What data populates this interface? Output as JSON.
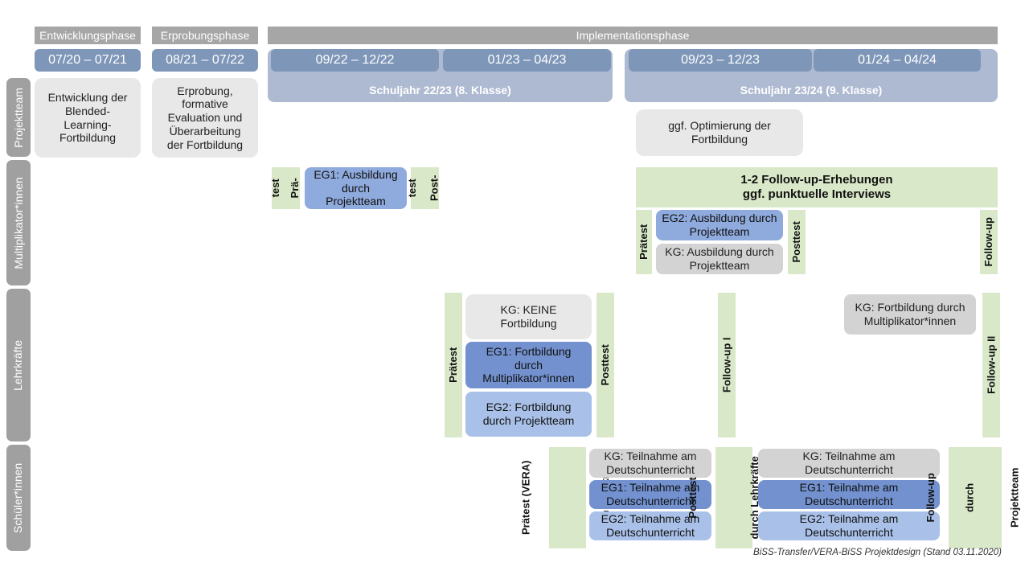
{
  "document": {
    "footer": "BiSS-Transfer/VERA-BiSS Projektdesign (Stand 03.11.2020)"
  },
  "colors": {
    "header_grey": "#A6A6A6",
    "row_label_grey": "#A0A0A0",
    "period_blue": "#7E96B8",
    "year_band_blue": "#AEBAD2",
    "box_grey_light": "#E8E8E8",
    "box_grey_mid": "#D3D3D3",
    "eg1_blue_dark": "#7291CE",
    "eg_blue_mid": "#8FAADC",
    "eg2_blue_light": "#A9C1E8",
    "test_green": "#D9E8C8"
  },
  "row_labels": [
    {
      "id": "projektteam",
      "label": "Projektteam"
    },
    {
      "id": "multiplikatorinnen",
      "label": "Multiplikator*innen"
    },
    {
      "id": "lehrkraefte",
      "label": "Lehrkräfte"
    },
    {
      "id": "schuelerinnen",
      "label": "Schüler*innen"
    }
  ],
  "phases": [
    {
      "id": "entwicklungsphase",
      "label": "Entwicklungsphase"
    },
    {
      "id": "erprobungsphase",
      "label": "Erprobungsphase"
    },
    {
      "id": "implementationsphase",
      "label": "Implementationsphase"
    }
  ],
  "periods": [
    {
      "id": "p1",
      "label": "07/20 – 07/21"
    },
    {
      "id": "p2",
      "label": "08/21 – 07/22"
    },
    {
      "id": "p3",
      "label": "09/22 – 12/22"
    },
    {
      "id": "p4",
      "label": "01/23 – 04/23"
    },
    {
      "id": "p5",
      "label": "09/23 – 12/23"
    },
    {
      "id": "p6",
      "label": "01/24 – 04/24"
    }
  ],
  "school_years": [
    {
      "id": "sy2223",
      "label": "Schuljahr 22/23 (8. Klasse)"
    },
    {
      "id": "sy2324",
      "label": "Schuljahr 23/24 (9. Klasse)"
    }
  ],
  "projektteam": {
    "entwicklung": {
      "lines": [
        "Entwicklung der",
        "Blended-",
        "Learning-",
        "Fortbildung"
      ]
    },
    "erprobung": {
      "lines": [
        "Erprobung,",
        "formative",
        "Evaluation und",
        "Überarbeitung",
        "der Fortbildung"
      ]
    },
    "optimierung": {
      "lines": [
        "ggf. Optimierung der",
        "Fortbildung"
      ]
    }
  },
  "multiplikatorinnen": {
    "praetest_1": {
      "lines": [
        "Prä-",
        "test"
      ]
    },
    "eg1_ausbildung": {
      "lines": [
        "EG1: Ausbildung",
        "durch",
        "Projektteam"
      ]
    },
    "posttest_1": {
      "lines": [
        "Post-",
        "test"
      ]
    },
    "followup_band": {
      "lines": [
        "1-2 Follow-up-Erhebungen",
        "ggf. punktuelle Interviews"
      ]
    },
    "praetest_2": {
      "label": "Prätest"
    },
    "eg2_ausbildung": {
      "lines": [
        "EG2: Ausbildung durch",
        "Projektteam"
      ]
    },
    "kg_ausbildung": {
      "lines": [
        "KG: Ausbildung durch",
        "Projektteam"
      ]
    },
    "posttest_2": {
      "label": "Posttest"
    },
    "followup_strip": {
      "label": "Follow-up"
    }
  },
  "lehrkraefte": {
    "praetest": {
      "label": "Prätest"
    },
    "kg_keine": {
      "lines": [
        "KG:  KEINE",
        "Fortbildung"
      ]
    },
    "eg1": {
      "lines": [
        "EG1: Fortbildung",
        "durch",
        "Multiplikator*innen"
      ]
    },
    "eg2": {
      "lines": [
        "EG2: Fortbildung",
        "durch Projektteam"
      ]
    },
    "posttest": {
      "label": "Posttest"
    },
    "followup_1": {
      "label": "Follow-up I"
    },
    "kg_fortbildung": {
      "lines": [
        "KG: Fortbildung durch",
        "Multiplikator*innen"
      ]
    },
    "followup_2": {
      "label": "Follow-up II"
    }
  },
  "schuelerinnen": {
    "praetest": {
      "bold": "Prätest (VERA)",
      "normal": "durch Lehrkräfte"
    },
    "posttest": {
      "bold": "Posttest",
      "normal": "durch Lehrkräfte"
    },
    "followup": {
      "bold": "Follow-up",
      "normal1": "durch",
      "normal2": "Projektteam"
    },
    "block_a": {
      "kg": {
        "lines": [
          "KG: Teilnahme am",
          "Deutschunterricht"
        ]
      },
      "eg1": {
        "lines": [
          "EG1: Teilnahme am",
          "Deutschunterricht"
        ]
      },
      "eg2": {
        "lines": [
          "EG2: Teilnahme am",
          "Deutschunterricht"
        ]
      }
    },
    "block_b": {
      "kg": {
        "lines": [
          "KG: Teilnahme am",
          "Deutschunterricht"
        ]
      },
      "eg1": {
        "lines": [
          "EG1: Teilnahme am",
          "Deutschunterricht"
        ]
      },
      "eg2": {
        "lines": [
          "EG2: Teilnahme am",
          "Deutschunterricht"
        ]
      }
    }
  }
}
